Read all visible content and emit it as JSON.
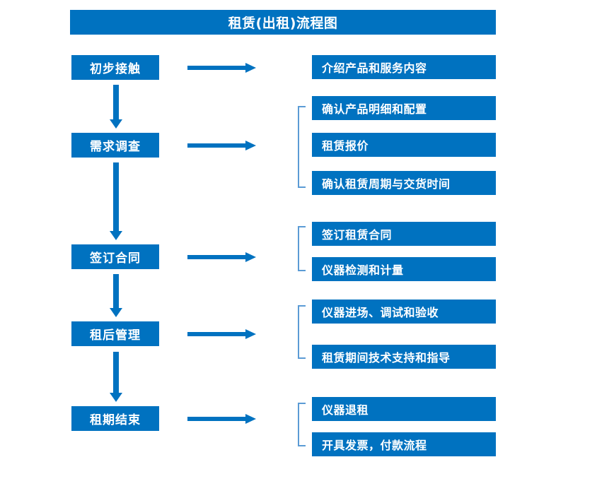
{
  "chart_data": {
    "type": "diagram",
    "title": "租赁(出租)流程图",
    "stages": [
      {
        "label": "初步接触",
        "details": [
          "介绍产品和服务内容"
        ],
        "grouped": false
      },
      {
        "label": "需求调查",
        "details": [
          "确认产品明细和配置",
          "租赁报价",
          "确认租赁周期与交货时间"
        ],
        "grouped": true
      },
      {
        "label": "签订合同",
        "details": [
          "签订租赁合同",
          "仪器检测和计量"
        ],
        "grouped": true
      },
      {
        "label": "租后管理",
        "details": [
          "仪器进场、调试和验收",
          "租赁期间技术支持和指导"
        ],
        "grouped": true
      },
      {
        "label": "租期结束",
        "details": [
          "仪器退租",
          "开具发票，付款流程"
        ],
        "grouped": true
      }
    ]
  },
  "title": {
    "text": "租赁(出租)流程图"
  },
  "stages": [
    {
      "label": "初步接触"
    },
    {
      "label": "需求调查"
    },
    {
      "label": "签订合同"
    },
    {
      "label": "租后管理"
    },
    {
      "label": "租期结束"
    }
  ],
  "details": [
    {
      "label": "介绍产品和服务内容"
    },
    {
      "label": "确认产品明细和配置"
    },
    {
      "label": "租赁报价"
    },
    {
      "label": "确认租赁周期与交货时间"
    },
    {
      "label": "签订租赁合同"
    },
    {
      "label": "仪器检测和计量"
    },
    {
      "label": "仪器进场、调试和验收"
    },
    {
      "label": "租赁期间技术支持和指导"
    },
    {
      "label": "仪器退租"
    },
    {
      "label": "开具发票，付款流程"
    }
  ],
  "colors": {
    "box_blue": "#0072C0",
    "bracket_blue": "#5B9BD5",
    "text_white": "#FFFFFF",
    "background": "#FFFFFF"
  }
}
